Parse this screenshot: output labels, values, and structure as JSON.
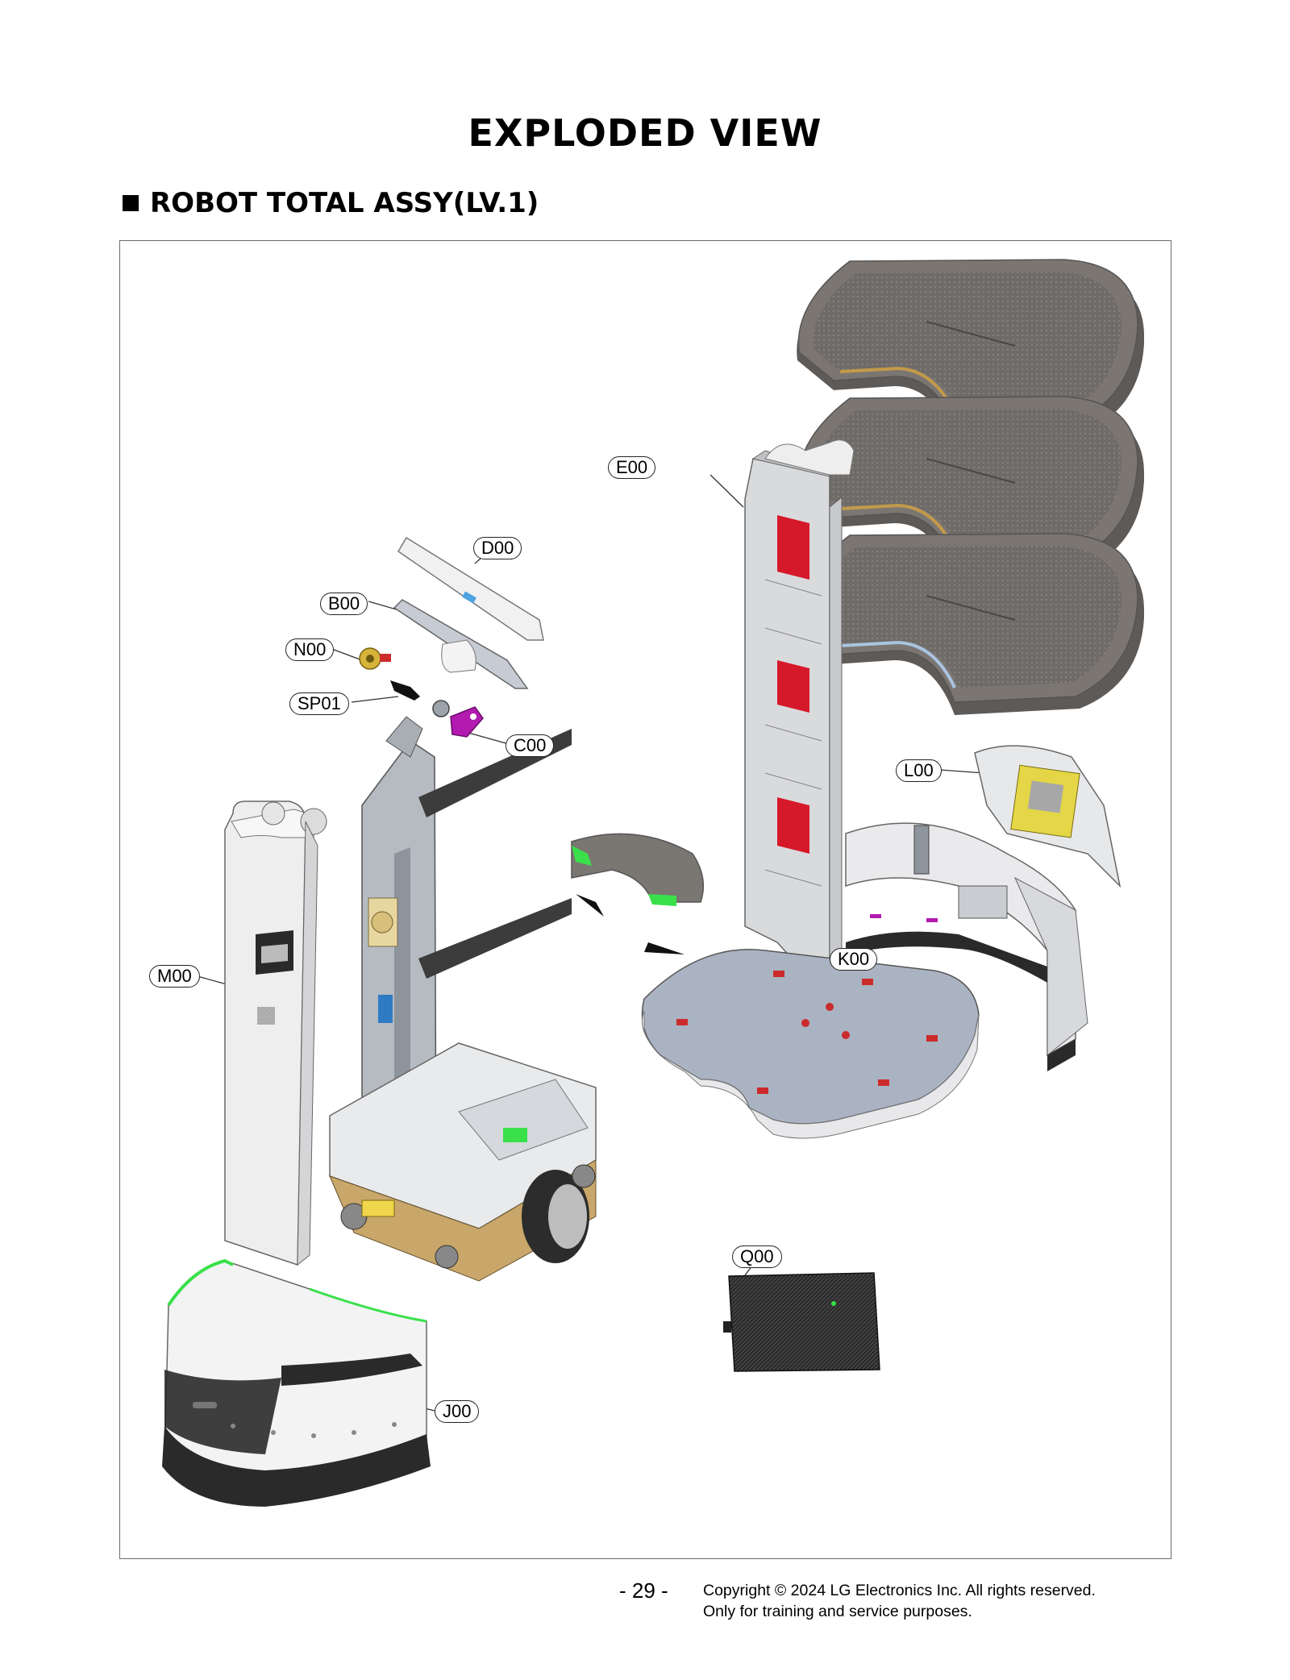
{
  "page": {
    "title": "EXPLODED VIEW",
    "section_title": "ROBOT TOTAL ASSY(LV.1)",
    "page_number": "- 29 -",
    "copyright_line1": "Copyright © 2024 LG Electronics Inc. All rights reserved.",
    "copyright_line2": "Only for training and service purposes."
  },
  "callouts": {
    "e00": "E00",
    "d00": "D00",
    "b00": "B00",
    "n00": "N00",
    "sp01": "SP01",
    "c00": "C00",
    "l00": "L00",
    "m00": "M00",
    "k00": "K00",
    "q00": "Q00",
    "j00": "J00"
  },
  "colors": {
    "tray": "#7b7672",
    "tray_edge": "#5e5a57",
    "mesh": "#6f6b68",
    "red_panel": "#d6192a",
    "green_accent": "#39e04a",
    "plate_gray": "#aab3c2",
    "frame_gray": "#9aa0a6",
    "battery": "#2a2a2a",
    "magenta": "#b21ab0"
  }
}
